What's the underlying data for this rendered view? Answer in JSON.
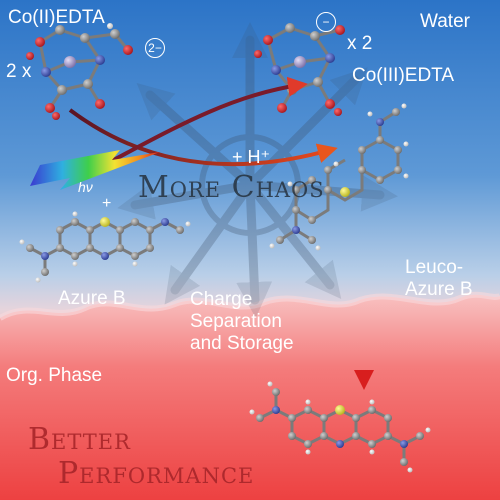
{
  "labels": {
    "co2_edta": "Co(II)EDTA",
    "co2_charge": "2−",
    "factor_left": "2 x",
    "co3_charge": "−",
    "factor_right": "x 2",
    "water": "Water",
    "co3_edta": "Co(III)EDTA",
    "h_plus": "+ H⁺",
    "hv": "hν",
    "plus": "+",
    "more_chaos": "More Chaos",
    "azure_b": "Azure B",
    "leuco_line1": "Leuco-",
    "leuco_line2": "Azure B",
    "charge_line1": "Charge",
    "charge_line2": "Separation",
    "charge_line3": "and Storage",
    "org_phase": "Org. Phase",
    "better": "Better",
    "performance": "Performance"
  },
  "colors": {
    "water_top": "#2c74c7",
    "water_mid": "#7fb0dc",
    "water_low": "#c9d8ea",
    "organic": "#ef4a4a",
    "organic_light": "#f6b3b3",
    "carbon": "#8a8a8a",
    "oxygen": "#d0212b",
    "nitrogen": "#3f55b5",
    "sulfur": "#e6e233",
    "hydrogen": "#f2f2f2",
    "cobalt": "#a9a0c6",
    "arrow_dark": "#7a1b2a",
    "arrow_orange": "#e85a1d",
    "text_dark": "#1f2a33"
  }
}
